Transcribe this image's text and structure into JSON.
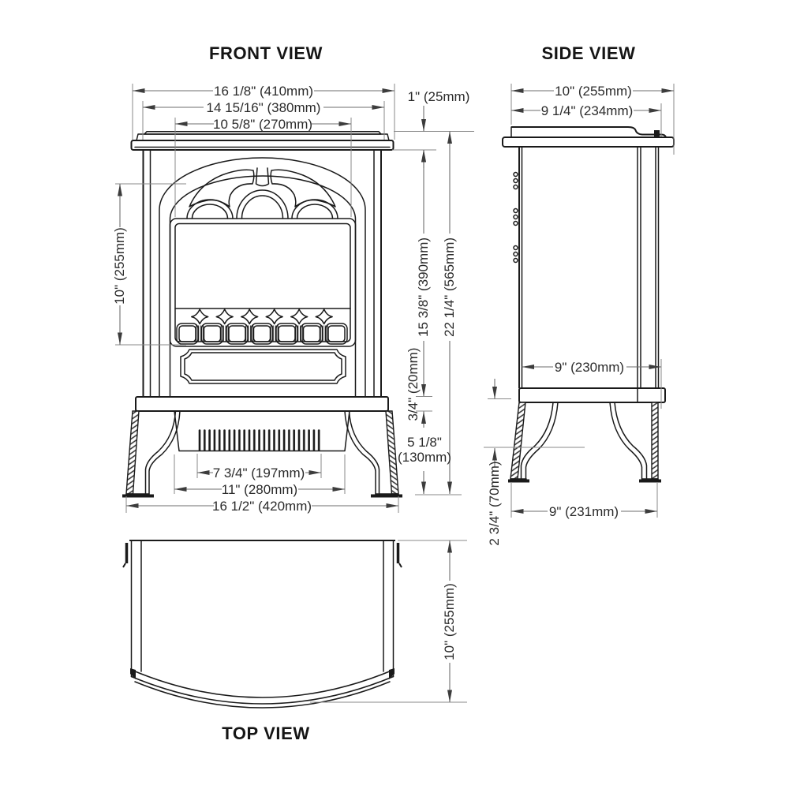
{
  "colors": {
    "background": "#ffffff",
    "line": "#1a1a1a",
    "dimension_line": "#6e6e6e",
    "text": "#2b2b2b"
  },
  "front_view": {
    "title": "FRONT VIEW",
    "dims": {
      "overall_width_top": "16 1/8\" (410mm)",
      "body_width": "14 15/16\" (380mm)",
      "window_width": "10 5/8\" (270mm)",
      "top_thickness": "1\" (25mm)",
      "window_height": "10\" (255mm)",
      "body_height": "15 3/8\" (390mm)",
      "overall_height": "22 1/4\" (565mm)",
      "base_thickness": "3/4\" (20mm)",
      "leg_height_in": "5 1/8\"",
      "leg_height_mm": "(130mm)",
      "heater_width": "7 3/4\" (197mm)",
      "base_width": "11\" (280mm)",
      "overall_width": "16 1/2\" (420mm)"
    }
  },
  "side_view": {
    "title": "SIDE VIEW",
    "dims": {
      "overall_depth_top": "10\" (255mm)",
      "top_plate_depth": "9 1/4\" (234mm)",
      "body_depth": "9\" (230mm)",
      "leg_section_height": "2 3/4\" (70mm)",
      "feet_depth": "9\" (231mm)"
    }
  },
  "top_view": {
    "title": "TOP VIEW",
    "dims": {
      "overall_depth": "10\" (255mm)"
    }
  }
}
